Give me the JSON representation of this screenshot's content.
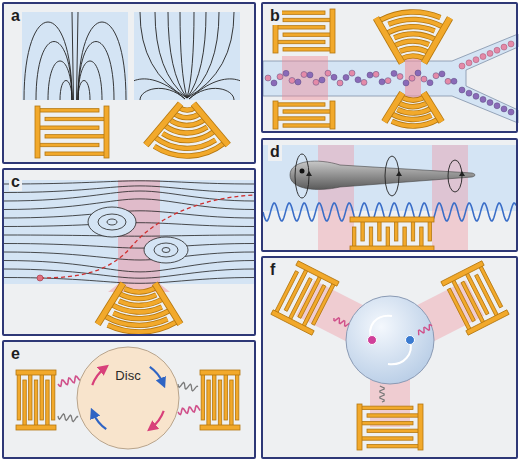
{
  "diagram": {
    "nodes": [
      {
        "text": [
          "a"
        ]
      },
      {
        "text": [
          "b"
        ]
      },
      {
        "text": [
          "c"
        ]
      },
      {
        "text": [
          "d"
        ]
      },
      {
        "text": [
          "e"
        ]
      },
      {
        "text": [
          "Disc"
        ],
        "in": 4
      },
      {
        "text": [
          "f"
        ]
      }
    ],
    "edges": []
  }
}
